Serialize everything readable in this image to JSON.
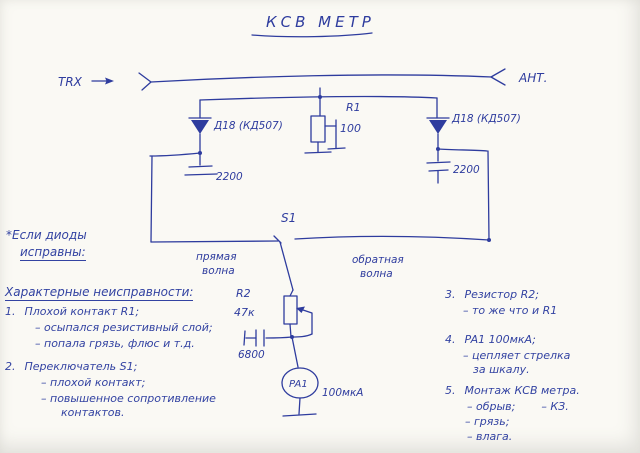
{
  "ink_color": "#2e3c9e",
  "paper_color": "#faf9f4",
  "schematic": {
    "title": "КСВ МЕТР",
    "trx_label": "TRX",
    "ant_label": "АНТ.",
    "diode_left_label": "Д18 (КД507)",
    "diode_right_label": "Д18 (КД507)",
    "r1_ref": "R1",
    "r1_value": "100",
    "cap_left_value": "2200",
    "cap_right_value": "2200",
    "switch_ref": "S1",
    "forward_wave_line1": "прямая",
    "forward_wave_line2": "волна",
    "reverse_wave_line1": "обратная",
    "reverse_wave_line2": "волна",
    "r2_ref": "R2",
    "r2_value": "47к",
    "cap3_value": "6800",
    "meter_ref": "PA1",
    "meter_value": "100мкА"
  },
  "footnote": {
    "line1": "*Если диоды",
    "line2": "исправны:"
  },
  "faults": {
    "heading": "Характерные неисправности:",
    "item1_num": "1.",
    "item1_title": "Плохой контакт R1;",
    "item1_sub1": "– осыпался резистивный слой;",
    "item1_sub2": "– попала грязь, флюс и т.д.",
    "item2_num": "2.",
    "item2_title": "Переключатель S1;",
    "item2_sub1": "– плохой контакт;",
    "item2_sub2": "– повышенное сопротивление",
    "item2_sub2b": "контактов.",
    "item3_num": "3.",
    "item3_title": "Резистор R2;",
    "item3_sub1": "– то же что и R1",
    "item4_num": "4.",
    "item4_title": "PA1 100мкА;",
    "item4_sub1": "– цепляет стрелка",
    "item4_sub1b": "за шкалу.",
    "item5_num": "5.",
    "item5_title": "Монтаж КСВ метра.",
    "item5_sub1": "– обрыв;",
    "item5_sub2": "– КЗ.",
    "item5_sub3": "– грязь;",
    "item5_sub4": "– влага."
  }
}
